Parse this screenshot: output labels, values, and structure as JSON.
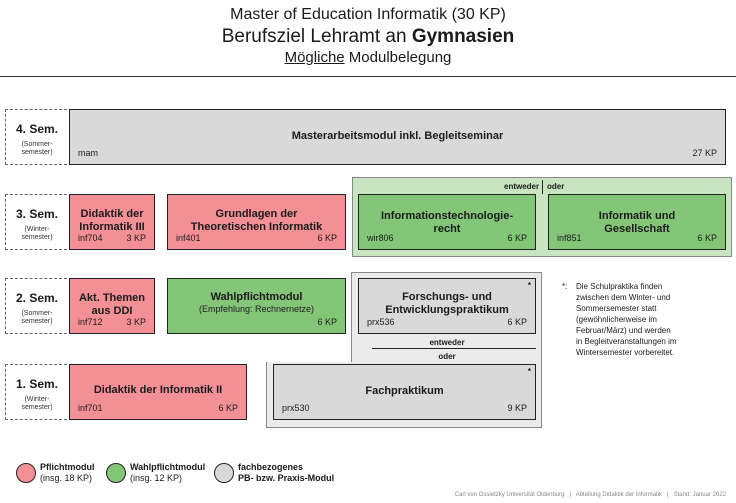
{
  "header": {
    "title1": "Master of Education Informatik (30 KP)",
    "title2_prefix": "Berufsziel Lehramt an ",
    "title2_bold": "Gymnasien",
    "title3_underlined": "Mögliche",
    "title3_rest": " Modulbelegung"
  },
  "semesters": [
    {
      "label": "4. Sem.",
      "sub1": "(Sommer-",
      "sub2": "semester)"
    },
    {
      "label": "3. Sem.",
      "sub1": "(Winter-",
      "sub2": "semester)"
    },
    {
      "label": "2. Sem.",
      "sub1": "(Sommer-",
      "sub2": "semester)"
    },
    {
      "label": "1. Sem.",
      "sub1": "(Winter-",
      "sub2": "semester)"
    }
  ],
  "modules": {
    "mam": {
      "name": "Masterarbeitsmodul inkl. Begleitseminar",
      "code": "mam",
      "kp": "27 KP"
    },
    "inf704": {
      "name1": "Didaktik der",
      "name2": "Informatik III",
      "code": "inf704",
      "kp": "3 KP"
    },
    "inf401": {
      "name1": "Grundlagen der",
      "name2": "Theoretischen Informatik",
      "code": "inf401",
      "kp": "6 KP"
    },
    "wir806": {
      "name1": "Informationstechnologie-",
      "name2": "recht",
      "code": "wir806",
      "kp": "6 KP"
    },
    "inf851": {
      "name1": "Informatik und",
      "name2": "Gesellschaft",
      "code": "inf851",
      "kp": "6 KP"
    },
    "inf712": {
      "name1": "Akt. Themen",
      "name2": "aus DDI",
      "code": "inf712",
      "kp": "3 KP"
    },
    "wahl": {
      "name": "Wahlpflichtmodul",
      "sub": "(Empfehlung: Rechnernetze)",
      "kp": "6 KP"
    },
    "prx536": {
      "name1": "Forschungs- und",
      "name2": "Entwicklungspraktikum",
      "code": "prx536",
      "kp": "6 KP"
    },
    "inf701": {
      "name": "Didaktik der Informatik II",
      "code": "inf701",
      "kp": "6 KP"
    },
    "prx530": {
      "name": "Fachpraktikum",
      "code": "prx530",
      "kp": "9 KP"
    }
  },
  "choice": {
    "either": "entweder",
    "or": "oder",
    "star": "*"
  },
  "note": {
    "mark": "*:",
    "lines": [
      "Die Schulpraktika finden",
      "zwischen dem Winter- und",
      "Sommersemester statt",
      "(gewöhnlicherweise im",
      "Februar/März) und werden",
      "in Begleitveranstaltungen im",
      "Wintersemester vorbereitet."
    ]
  },
  "legend": {
    "red": {
      "l1": "Pflichtmodul",
      "l2": "(insg. 18 KP)",
      "color": "#f29096"
    },
    "green": {
      "l1": "Wahlpflichtmodul",
      "l2": "(insg. 12 KP)",
      "color": "#84c678"
    },
    "grey": {
      "l1": "fachbezogenes",
      "l2": "PB- bzw. Praxis-Modul",
      "color": "#d9d9d9"
    }
  },
  "footer": "Carl von Ossietzky Universität Oldenburg   |   Abteilung Didaktik der Informatik   |   Stand: Januar 2022"
}
